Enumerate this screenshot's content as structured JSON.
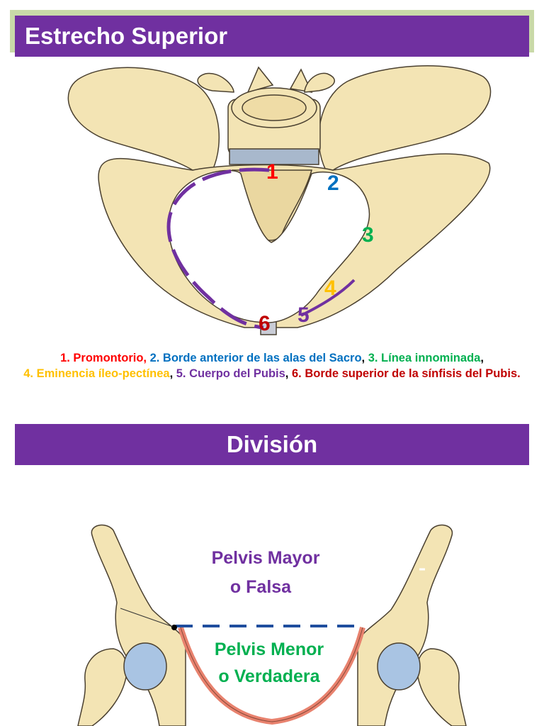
{
  "slide1": {
    "title": "Estrecho Superior",
    "markers": [
      "1",
      "2",
      "3",
      "4",
      "5",
      "6"
    ],
    "legend": {
      "item1": "1. Promontorio,",
      "item2": " 2. Borde anterior de las alas del Sacro",
      "sep2": ",",
      "item3": " 3. Línea innominada",
      "sep3": ",",
      "item4": "4. Eminencia íleo-pectínea",
      "sep4": ",",
      "item5": " 5. Cuerpo del Pubis",
      "sep5": ",",
      "item6": " 6. Borde superior de la sínfisis del Pubis."
    }
  },
  "slide2": {
    "title": "División",
    "mayor_line1": "Pelvis Mayor",
    "mayor_line2": "o Falsa",
    "menor_line1": "Pelvis Menor",
    "menor_line2": "o Verdadera"
  },
  "colors": {
    "header": "#7030a0",
    "accent": "#c9d9a8",
    "bone": "#f3e4b4",
    "bone_outline": "#4a4030",
    "c1": "#ff0000",
    "c2": "#0070c0",
    "c3": "#00b050",
    "c4": "#ffc000",
    "c5": "#7030a0",
    "c6": "#c00000",
    "dash_line": "#1f4e9e",
    "muscle": "#e8826e"
  }
}
